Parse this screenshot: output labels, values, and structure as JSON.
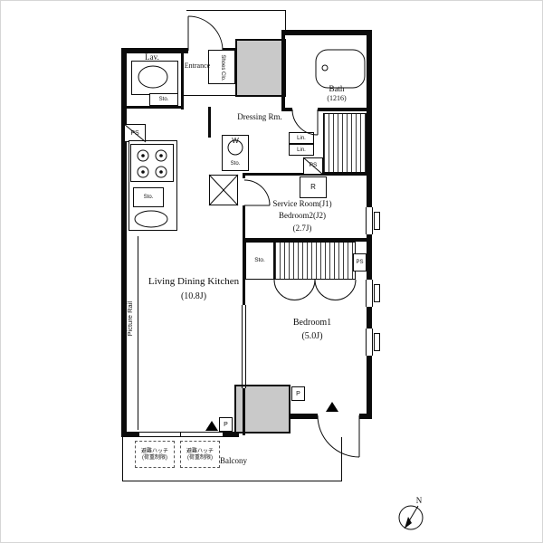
{
  "rooms": {
    "lav": "Lav.",
    "entrance": "Entrance",
    "shoes_closet": "Shoes Clo.",
    "bath": "Bath",
    "bath_size": "(1216)",
    "dressing_room": "Dressing Rm.",
    "service_room_line1": "Service Room(J1)",
    "service_room_line2": "Bedroom2(J2)",
    "service_room_size": "(2.7J)",
    "ldk": "Living Dining Kitchen",
    "ldk_size": "(10.8J)",
    "bedroom1": "Bedroom1",
    "bedroom1_size": "(5.0J)",
    "balcony": "Balcony"
  },
  "fixtures": {
    "ps": "PS",
    "storage": "Sto.",
    "washer": "W",
    "refrigerator": "R",
    "linen": "Lin.",
    "pipe": "P",
    "picture_rail": "Picture Rail"
  },
  "annotations": {
    "evac_hatch_line1": "避難ハッチ",
    "evac_hatch_line2": "(荷重制限)",
    "north": "N"
  },
  "colors": {
    "wall": "#0b0b0b",
    "shaft_fill": "#c9c9c9",
    "background": "#ffffff"
  }
}
